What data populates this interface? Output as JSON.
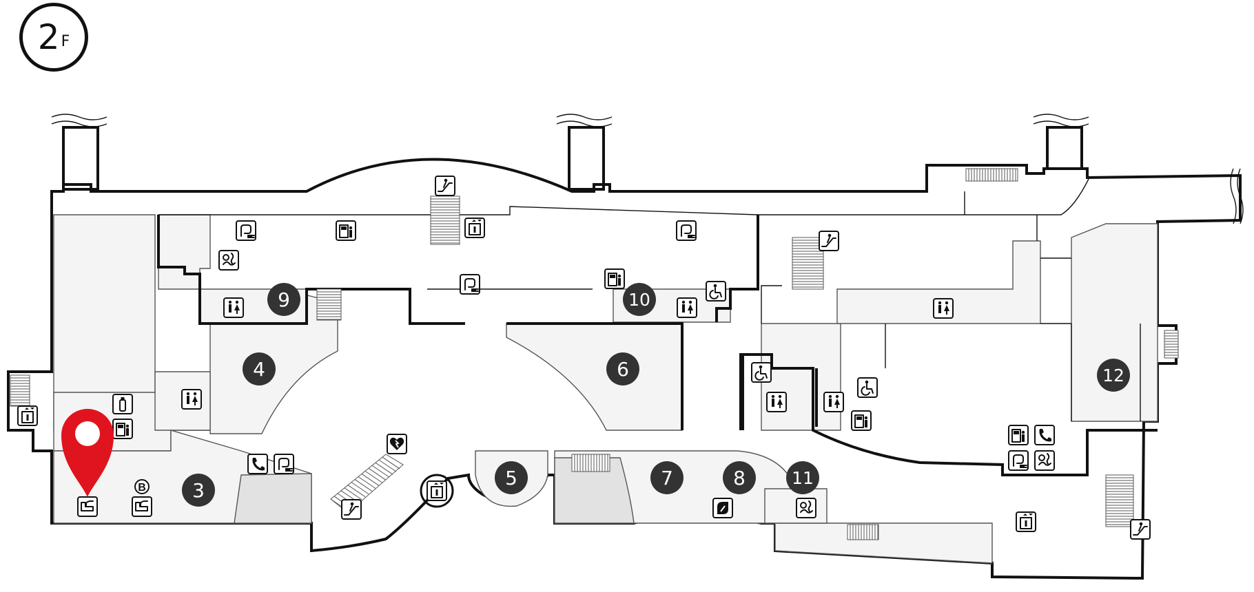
{
  "floor": {
    "number": "2",
    "unit": "F"
  },
  "colors": {
    "badge": "#333333",
    "pin": "#e0141e",
    "wall": "#111111",
    "room": "#f4f4f4",
    "room_dark": "#e2e2e2"
  },
  "zones": [
    {
      "id": "3",
      "label": "3"
    },
    {
      "id": "4",
      "label": "4"
    },
    {
      "id": "5",
      "label": "5"
    },
    {
      "id": "6",
      "label": "6"
    },
    {
      "id": "7",
      "label": "7"
    },
    {
      "id": "8",
      "label": "8"
    },
    {
      "id": "9",
      "label": "9"
    },
    {
      "id": "10",
      "label": "10"
    },
    {
      "id": "11",
      "label": "11"
    },
    {
      "id": "12",
      "label": "12"
    }
  ],
  "current_location": {
    "icon": "map-pin-icon"
  },
  "amenity_icons": [
    "restroom-icon",
    "accessible-restroom-icon",
    "elevator-icon",
    "escalator-icon",
    "charging-station-icon",
    "ticket-machine-icon",
    "telephone-icon",
    "nursing-room-icon",
    "aed-icon",
    "smoking-room-icon",
    "baby-room-icon",
    "locker-icon",
    "water-icon"
  ],
  "baby_room_badge": "B"
}
